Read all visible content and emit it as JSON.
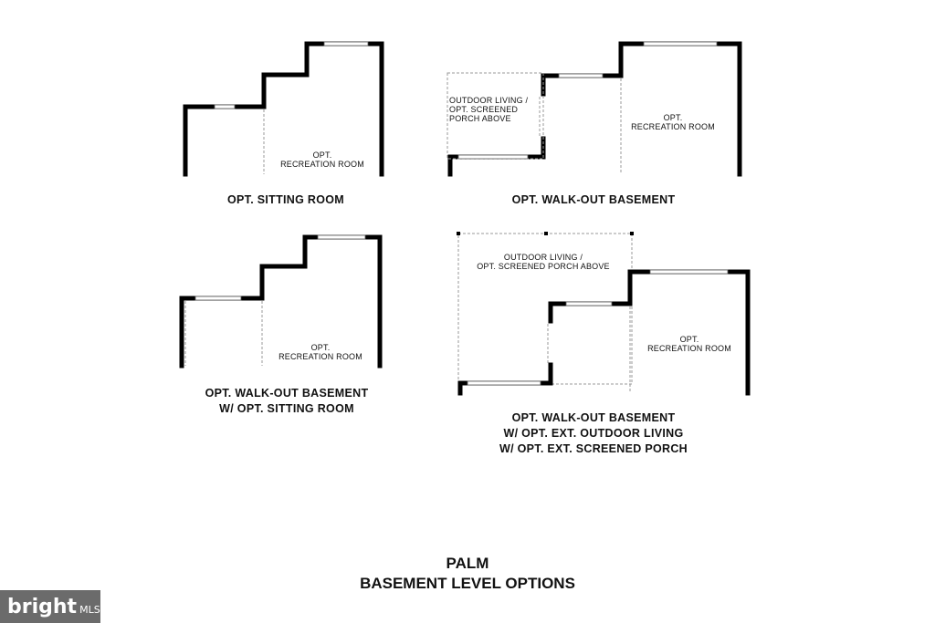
{
  "plans": [
    {
      "room_labels": [
        "OPT.\nRECREATION ROOM"
      ],
      "caption": "OPT. SITTING ROOM"
    },
    {
      "room_labels": [
        "OUTDOOR LIVING /\nOPT. SCREENED\nPORCH ABOVE",
        "OPT.\nRECREATION ROOM"
      ],
      "caption": "OPT. WALK-OUT  BASEMENT"
    },
    {
      "room_labels": [
        "OPT.\nRECREATION ROOM"
      ],
      "caption": "OPT. WALK-OUT  BASEMENT\nW/ OPT. SITTING ROOM"
    },
    {
      "room_labels": [
        "OUTDOOR LIVING /\nOPT. SCREENED PORCH ABOVE",
        "OPT.\nRECREATION ROOM"
      ],
      "caption": "OPT. WALK-OUT  BASEMENT\nW/ OPT. EXT. OUTDOOR LIVING\nW/ OPT. EXT. SCREENED PORCH"
    }
  ],
  "title": {
    "line1": "PALM",
    "line2": "BASEMENT LEVEL OPTIONS"
  },
  "logo": {
    "main": "bright",
    "sub": "MLS"
  }
}
